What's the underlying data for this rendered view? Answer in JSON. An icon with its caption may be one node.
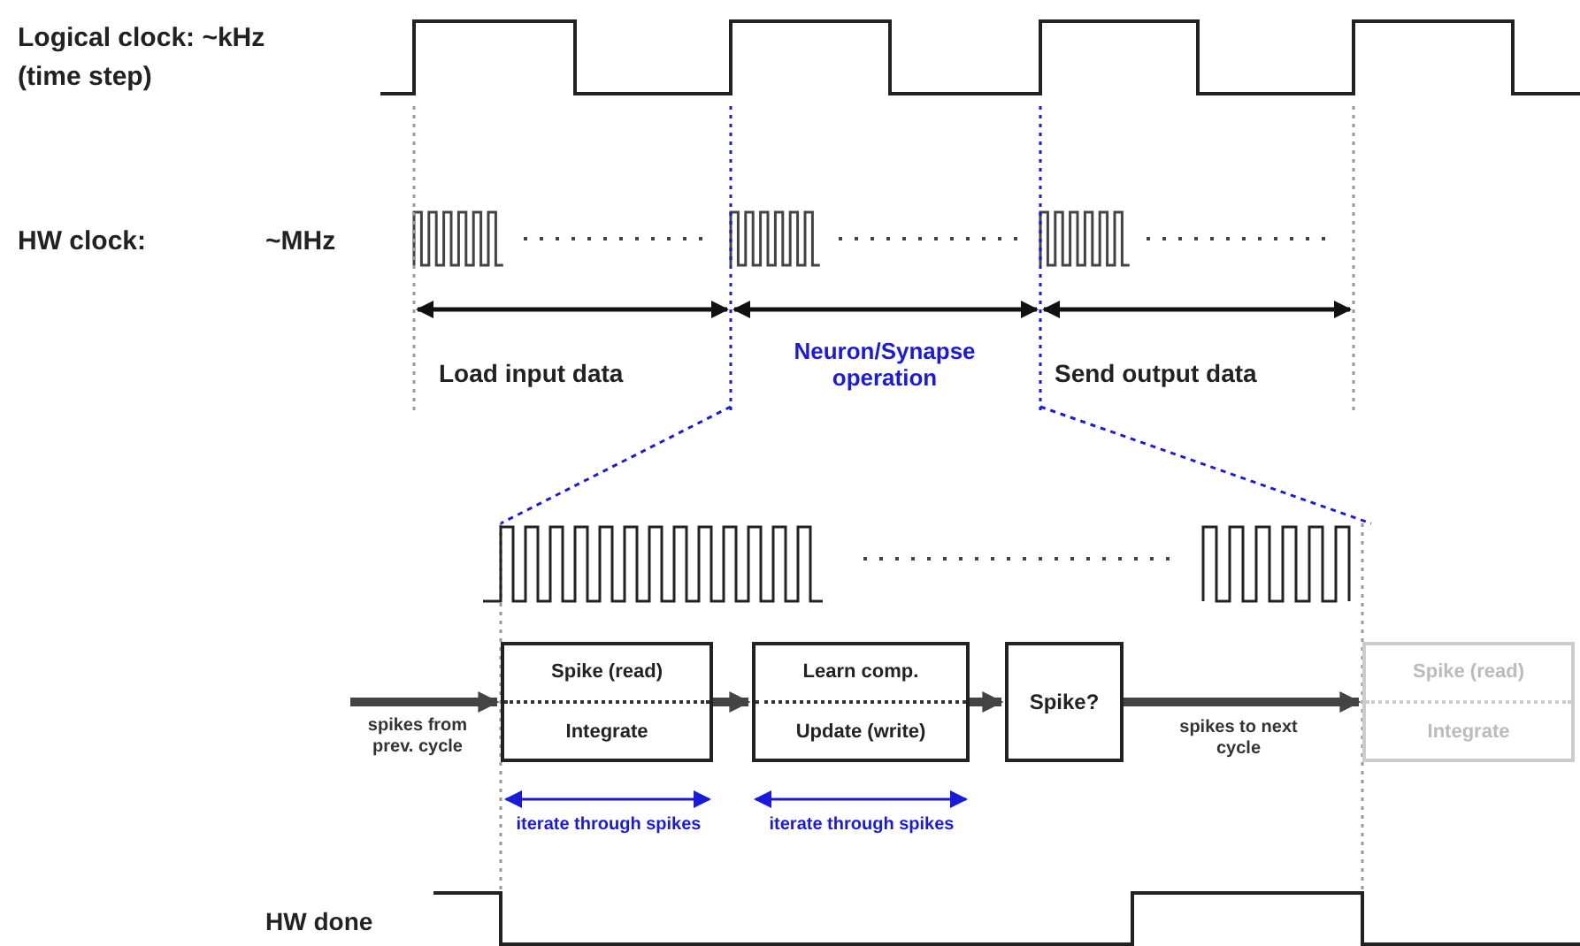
{
  "diagram": {
    "nodes": [
      {
        "text": [
          "Spike (read)",
          "Integrate"
        ]
      },
      {
        "text": [
          "Learn comp.",
          "Update (write)"
        ]
      },
      {
        "text": [
          "Spike?"
        ]
      },
      {
        "text": [
          "Spike (read)",
          "Integrate"
        ]
      }
    ],
    "edges": [
      {
        "from": null,
        "to": 0,
        "arrow": "to",
        "label": "spikes from prev. cycle"
      },
      {
        "from": 0,
        "to": 1,
        "arrow": "to"
      },
      {
        "from": 1,
        "to": 2,
        "arrow": "to"
      },
      {
        "from": 2,
        "to": 3,
        "arrow": "to",
        "label": "spikes to next cycle"
      }
    ],
    "labels": [
      "Logical clock: ~kHz",
      "(time step)",
      "HW clock:",
      "~MHz",
      "Load input data",
      "Neuron/Synapse operation",
      "Send output data",
      "iterate through spikes",
      "iterate through spikes",
      "HW done"
    ]
  }
}
